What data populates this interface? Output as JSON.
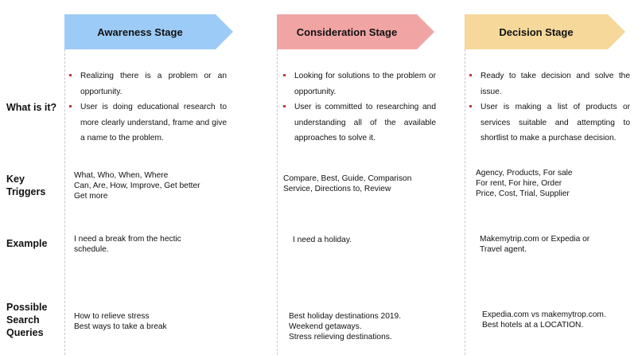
{
  "stages": [
    {
      "label": "Awareness Stage",
      "color": "#9dcbf7"
    },
    {
      "label": "Consideration Stage",
      "color": "#f0a4a4"
    },
    {
      "label": "Decision Stage",
      "color": "#f5d89a"
    }
  ],
  "rows": {
    "what": "What is it?",
    "triggers": [
      "Key",
      "Triggers"
    ],
    "example": "Example",
    "queries": [
      "Possible",
      "Search",
      "Queries"
    ]
  },
  "what_is_it": [
    [
      "Realizing there is a problem or an opportunity.",
      "User is doing educational research to more clearly understand, frame and give a name to the problem."
    ],
    [
      "Looking for solutions to the problem or opportunity.",
      "User is committed to researching and understanding all of the available approaches to solve it."
    ],
    [
      "Ready to take decision and solve the issue.",
      "User is making a list of products or services suitable and attempting to shortlist to make a purchase decision."
    ]
  ],
  "key_triggers": [
    [
      "What, Who, When, Where",
      "Can, Are, How, Improve, Get better",
      "Get more"
    ],
    [
      "Compare, Best, Guide, Comparison",
      "Service, Directions to, Review"
    ],
    [
      "Agency, Products, For sale",
      "For rent, For hire, Order",
      "Price, Cost, Trial, Supplier"
    ]
  ],
  "examples": [
    [
      "I need a break from the hectic",
      "schedule."
    ],
    [
      "I need a holiday."
    ],
    [
      "Makemytrip.com or Expedia or",
      "Travel agent."
    ]
  ],
  "queries": [
    [
      "How to relieve stress",
      "Best ways to take a break"
    ],
    [
      "Best holiday destinations 2019.",
      "Weekend getaways.",
      "Stress relieving destinations."
    ],
    [
      "Expedia.com vs makemytrop.com.",
      "Best hotels at a LOCATION."
    ]
  ]
}
